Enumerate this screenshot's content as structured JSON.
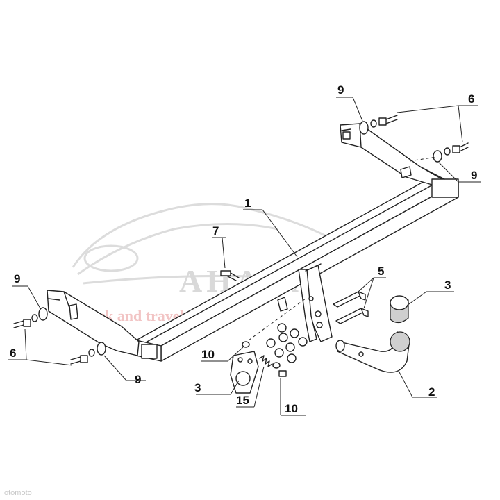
{
  "watermark": {
    "brand": "AHAKA",
    "tagline": "pack and travel"
  },
  "corner_mark": "otomoto",
  "callouts": {
    "part_1": "1",
    "part_2": "2",
    "part_3_ball": "3",
    "part_3_plate": "3",
    "part_5": "5",
    "part_6_right": "6",
    "part_6_left": "6",
    "part_7": "7",
    "part_9_top_right": "9",
    "part_9_right": "9",
    "part_9_left_top": "9",
    "part_9_left_bottom": "9",
    "part_10_top": "10",
    "part_10_bottom": "10",
    "part_15": "15"
  }
}
